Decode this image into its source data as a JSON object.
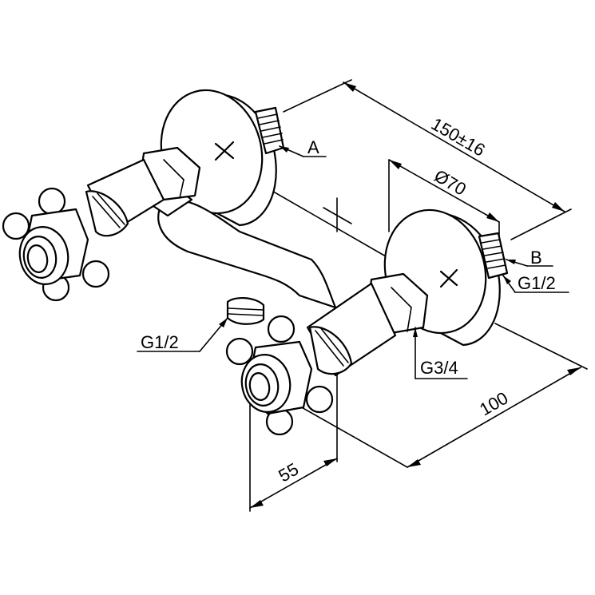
{
  "dimensions": {
    "overall_length": "150±16",
    "rosette_diameter": "Ø70",
    "height": "100",
    "depth": "55"
  },
  "callouts": {
    "inlet_a": "A",
    "inlet_b": "B",
    "thread_right": "G1/2",
    "thread_outlet": "G1/2",
    "thread_nut": "G3/4"
  }
}
